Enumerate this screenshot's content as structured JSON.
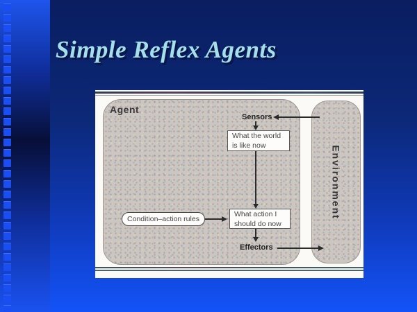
{
  "slide": {
    "title": "Simple Reflex Agents",
    "title_color": "#a5e0ea",
    "background_top_color": "#0a1e60",
    "background_bottom_color": "#1353f8",
    "strip_dark_color": "#070f38",
    "strip_bright_color": "#1e55ec"
  },
  "decor": {
    "square_count": 30,
    "square_color": "#1b4ef2"
  },
  "diagram": {
    "panel_background": "#fbfaf7",
    "box_fill_color": "#cac6c2",
    "arrow_color": "#2b2b2b",
    "agent": {
      "label": "Agent"
    },
    "environment": {
      "label": "Environment"
    },
    "sensors": {
      "label": "Sensors"
    },
    "effectors": {
      "label": "Effectors"
    },
    "world_box": {
      "line1": "What the world",
      "line2": "is like now"
    },
    "rules_pill": {
      "label": "Condition–action rules"
    },
    "action_box": {
      "line1": "What action I",
      "line2": "should do now"
    }
  }
}
